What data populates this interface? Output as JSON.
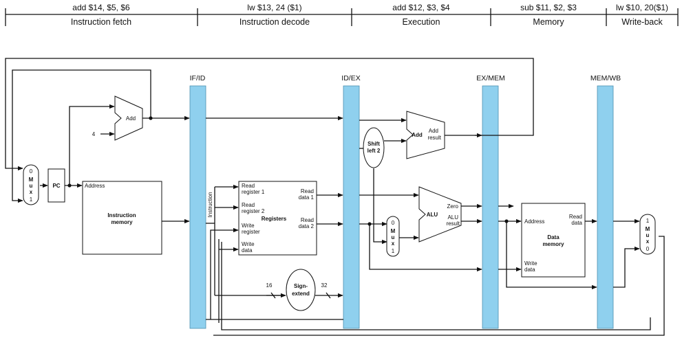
{
  "instructions": [
    "add $14, $5, $6",
    "lw $13, 24 ($1)",
    "add $12, $3, $4",
    "sub $11, $2, $3",
    "lw $10, 20($1)"
  ],
  "stages": [
    "Instruction fetch",
    "Instruction decode",
    "Execution",
    "Memory",
    "Write-back"
  ],
  "pipeline_registers": [
    "IF/ID",
    "ID/EX",
    "EX/MEM",
    "MEM/WB"
  ],
  "blocks": {
    "pc": "PC",
    "add_pc": "Add",
    "const_four": "4",
    "instr_mem_address": "Address",
    "instr_mem_title_1": "Instruction",
    "instr_mem_title_2": "memory",
    "instruction_vertical": "Instruction",
    "regs_read1_a": "Read",
    "regs_read1_b": "register 1",
    "regs_read2_a": "Read",
    "regs_read2_b": "register 2",
    "regs_write_a": "Write",
    "regs_write_b": "register",
    "regs_wdata_a": "Write",
    "regs_wdata_b": "data",
    "regs_title": "Registers",
    "regs_rdata1_a": "Read",
    "regs_rdata1_b": "data 1",
    "regs_rdata2_a": "Read",
    "regs_rdata2_b": "data 2",
    "sign_extend_1": "Sign-",
    "sign_extend_2": "extend",
    "width_in": "16",
    "width_out": "32",
    "shift_1": "Shift",
    "shift_2": "left 2",
    "add_branch": "Add",
    "add_result_1": "Add",
    "add_result_2": "result",
    "alu": "ALU",
    "alu_zero": "Zero",
    "alu_result_1": "ALU",
    "alu_result_2": "result",
    "dmem_address": "Address",
    "dmem_read_1": "Read",
    "dmem_read_2": "data",
    "dmem_title_1": "Data",
    "dmem_title_2": "memory",
    "dmem_write_1": "Write",
    "dmem_write_2": "data",
    "mux_letters": [
      "M",
      "u",
      "x"
    ],
    "mux_pc_top": "0",
    "mux_pc_bottom": "1",
    "mux_alu_top": "0",
    "mux_alu_bottom": "1",
    "mux_wb_top": "1",
    "mux_wb_bottom": "0"
  },
  "colors": {
    "pipeline_register": "#8fd0ee",
    "wire": "#111111"
  }
}
